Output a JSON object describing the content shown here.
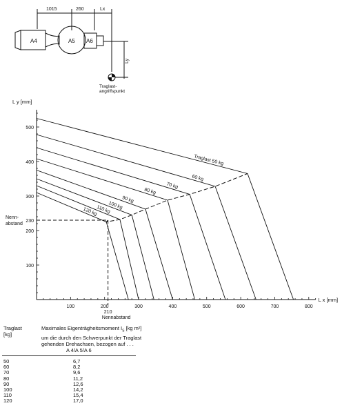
{
  "sketch": {
    "dims": [
      "1015",
      "260",
      "Lx"
    ],
    "labels": [
      "A4",
      "A5",
      "A6"
    ],
    "ly_label": "Ly",
    "caption_line1": "Traglast-",
    "caption_line2": "angriffspunkt"
  },
  "chart_data": {
    "type": "line",
    "ylabel": "L y [mm]",
    "xlabel": "L x [mm]",
    "xlim": [
      0,
      820
    ],
    "ylim": [
      0,
      550
    ],
    "x_ticks": [
      100,
      200,
      300,
      400,
      500,
      600,
      700,
      800
    ],
    "y_ticks": [
      100,
      200,
      300,
      400,
      500
    ],
    "nominal": {
      "x": 210,
      "y": 230,
      "x_label": "210",
      "y_label": "230",
      "x_caption": "Nennabstand",
      "y_caption_line1": "Nenn-",
      "y_caption_line2": "abstand"
    },
    "series": [
      {
        "name": "Traglast 50 kg",
        "y0": 525,
        "knee": [
          620,
          365
        ],
        "x_end": 755
      },
      {
        "name": "60 kg",
        "y0": 478,
        "knee": [
          525,
          328
        ],
        "x_end": 645
      },
      {
        "name": "70 kg",
        "y0": 440,
        "knee": [
          450,
          305
        ],
        "x_end": 555
      },
      {
        "name": "80 kg",
        "y0": 408,
        "knee": [
          385,
          288
        ],
        "x_end": 465
      },
      {
        "name": "90 kg",
        "y0": 375,
        "knee": [
          320,
          262
        ],
        "x_end": 400
      },
      {
        "name": "100 kg",
        "y0": 350,
        "knee": [
          280,
          245
        ],
        "x_end": 345
      },
      {
        "name": "110 kg",
        "y0": 330,
        "knee": [
          245,
          232
        ],
        "x_end": 300
      },
      {
        "name": "120 kg",
        "y0": 310,
        "knee": [
          205,
          225
        ],
        "x_end": 270
      }
    ]
  },
  "table": {
    "col1_header": [
      "Traglast",
      "[kg]"
    ],
    "col2_header": [
      "Maximales Eigenträgheitsmoment I",
      "um die durch den Schwerpunkt der Traglast",
      "gehenden Drehachsen, bezogen auf . . .",
      "A 4/A 5/A 6"
    ],
    "col2_header_sub": "S",
    "col2_header_unit": " [kg m²]",
    "rows": [
      {
        "load": "50",
        "moment": "6,7"
      },
      {
        "load": "60",
        "moment": "8,2"
      },
      {
        "load": "70",
        "moment": "9,6"
      },
      {
        "load": "80",
        "moment": "11,2"
      },
      {
        "load": "90",
        "moment": "12,6"
      },
      {
        "load": "100",
        "moment": "14,2"
      },
      {
        "load": "110",
        "moment": "15,4"
      },
      {
        "load": "120",
        "moment": "17,0"
      }
    ]
  }
}
